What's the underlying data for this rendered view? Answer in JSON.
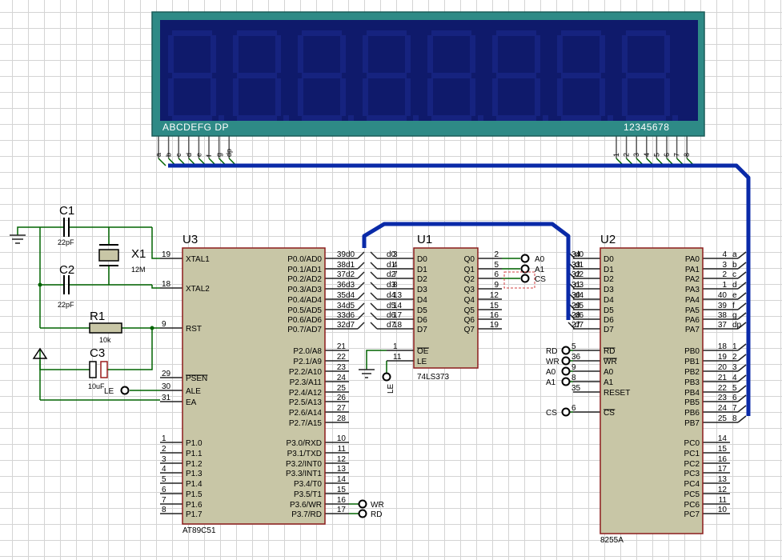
{
  "display": {
    "seg_left_label": "ABCDEFG DP",
    "seg_right_label": "12345678",
    "seg_pins": [
      "a",
      "b",
      "c",
      "d",
      "e",
      "f",
      "g",
      "dp"
    ],
    "dig_pins": [
      "1",
      "2",
      "3",
      "4",
      "5",
      "6",
      "7",
      "8"
    ]
  },
  "u3": {
    "ref": "U3",
    "part": "AT89C51",
    "left": [
      {
        "n": "19",
        "l": "XTAL1"
      },
      {
        "n": "18",
        "l": "XTAL2"
      },
      {
        "n": "9",
        "l": "RST"
      },
      {
        "n": "29",
        "l": "PSEN"
      },
      {
        "n": "30",
        "l": "ALE"
      },
      {
        "n": "31",
        "l": "EA"
      },
      {
        "n": "1",
        "l": "P1.0"
      },
      {
        "n": "2",
        "l": "P1.1"
      },
      {
        "n": "3",
        "l": "P1.2"
      },
      {
        "n": "4",
        "l": "P1.3"
      },
      {
        "n": "5",
        "l": "P1.4"
      },
      {
        "n": "6",
        "l": "P1.5"
      },
      {
        "n": "7",
        "l": "P1.6"
      },
      {
        "n": "8",
        "l": "P1.7"
      }
    ],
    "right": [
      {
        "n": "39",
        "l": "P0.0/AD0",
        "net": "d0"
      },
      {
        "n": "38",
        "l": "P0.1/AD1",
        "net": "d1"
      },
      {
        "n": "37",
        "l": "P0.2/AD2",
        "net": "d2"
      },
      {
        "n": "36",
        "l": "P0.3/AD3",
        "net": "d3"
      },
      {
        "n": "35",
        "l": "P0.4/AD4",
        "net": "d4"
      },
      {
        "n": "34",
        "l": "P0.5/AD5",
        "net": "d5"
      },
      {
        "n": "33",
        "l": "P0.6/AD6",
        "net": "d6"
      },
      {
        "n": "32",
        "l": "P0.7/AD7",
        "net": "d7"
      },
      {
        "n": "21",
        "l": "P2.0/A8"
      },
      {
        "n": "22",
        "l": "P2.1/A9"
      },
      {
        "n": "23",
        "l": "P2.2/A10"
      },
      {
        "n": "24",
        "l": "P2.3/A11"
      },
      {
        "n": "25",
        "l": "P2.4/A12"
      },
      {
        "n": "26",
        "l": "P2.5/A13"
      },
      {
        "n": "27",
        "l": "P2.6/A14"
      },
      {
        "n": "28",
        "l": "P2.7/A15"
      },
      {
        "n": "10",
        "l": "P3.0/RXD"
      },
      {
        "n": "11",
        "l": "P3.1/TXD"
      },
      {
        "n": "12",
        "l": "P3.2/INT0"
      },
      {
        "n": "13",
        "l": "P3.3/INT1"
      },
      {
        "n": "14",
        "l": "P3.4/T0"
      },
      {
        "n": "15",
        "l": "P3.5/T1"
      },
      {
        "n": "16",
        "l": "P3.6/WR"
      },
      {
        "n": "17",
        "l": "P3.7/RD"
      }
    ]
  },
  "u1": {
    "ref": "U1",
    "part": "74LS373",
    "left": [
      {
        "n": "3",
        "l": "D0",
        "net": "d0"
      },
      {
        "n": "4",
        "l": "D1",
        "net": "d1"
      },
      {
        "n": "7",
        "l": "D2",
        "net": "d2"
      },
      {
        "n": "8",
        "l": "D3",
        "net": "d3"
      },
      {
        "n": "13",
        "l": "D4",
        "net": "d4"
      },
      {
        "n": "14",
        "l": "D5",
        "net": "d5"
      },
      {
        "n": "17",
        "l": "D6",
        "net": "d6"
      },
      {
        "n": "18",
        "l": "D7",
        "net": "d7"
      },
      {
        "n": "1",
        "l": "OE"
      },
      {
        "n": "11",
        "l": "LE"
      }
    ],
    "right": [
      {
        "n": "2",
        "l": "Q0"
      },
      {
        "n": "5",
        "l": "Q1"
      },
      {
        "n": "6",
        "l": "Q2"
      },
      {
        "n": "9",
        "l": "Q3"
      },
      {
        "n": "12",
        "l": "Q4"
      },
      {
        "n": "15",
        "l": "Q5"
      },
      {
        "n": "16",
        "l": "Q6"
      },
      {
        "n": "19",
        "l": "Q7"
      }
    ]
  },
  "u2": {
    "ref": "U2",
    "part": "8255A",
    "left": [
      {
        "n": "34",
        "l": "D0",
        "net": "d0"
      },
      {
        "n": "33",
        "l": "D1",
        "net": "d1"
      },
      {
        "n": "32",
        "l": "D2",
        "net": "d2"
      },
      {
        "n": "31",
        "l": "D3",
        "net": "d3"
      },
      {
        "n": "30",
        "l": "D4",
        "net": "d4"
      },
      {
        "n": "29",
        "l": "D5",
        "net": "d5"
      },
      {
        "n": "28",
        "l": "D6",
        "net": "d6"
      },
      {
        "n": "27",
        "l": "D7",
        "net": "d7"
      },
      {
        "n": "5",
        "l": "RD"
      },
      {
        "n": "36",
        "l": "WR"
      },
      {
        "n": "9",
        "l": "A0"
      },
      {
        "n": "8",
        "l": "A1"
      },
      {
        "n": "35",
        "l": "RESET"
      },
      {
        "n": "6",
        "l": "CS"
      }
    ],
    "right": [
      {
        "n": "4",
        "l": "PA0",
        "net": "a"
      },
      {
        "n": "3",
        "l": "PA1",
        "net": "b"
      },
      {
        "n": "2",
        "l": "PA2",
        "net": "c"
      },
      {
        "n": "1",
        "l": "PA3",
        "net": "d"
      },
      {
        "n": "40",
        "l": "PA4",
        "net": "e"
      },
      {
        "n": "39",
        "l": "PA5",
        "net": "f"
      },
      {
        "n": "38",
        "l": "PA6",
        "net": "g"
      },
      {
        "n": "37",
        "l": "PA7",
        "net": "dp"
      },
      {
        "n": "18",
        "l": "PB0",
        "net": "1"
      },
      {
        "n": "19",
        "l": "PB1",
        "net": "2"
      },
      {
        "n": "20",
        "l": "PB2",
        "net": "3"
      },
      {
        "n": "21",
        "l": "PB3",
        "net": "4"
      },
      {
        "n": "22",
        "l": "PB4",
        "net": "5"
      },
      {
        "n": "23",
        "l": "PB5",
        "net": "6"
      },
      {
        "n": "24",
        "l": "PB6",
        "net": "7"
      },
      {
        "n": "25",
        "l": "PB7",
        "net": "8"
      },
      {
        "n": "14",
        "l": "PC0"
      },
      {
        "n": "15",
        "l": "PC1"
      },
      {
        "n": "16",
        "l": "PC2"
      },
      {
        "n": "17",
        "l": "PC3"
      },
      {
        "n": "13",
        "l": "PC4"
      },
      {
        "n": "12",
        "l": "PC5"
      },
      {
        "n": "11",
        "l": "PC6"
      },
      {
        "n": "10",
        "l": "PC7"
      }
    ]
  },
  "components": {
    "c1": {
      "ref": "C1",
      "value": "22pF"
    },
    "c2": {
      "ref": "C2",
      "value": "22pF"
    },
    "x1": {
      "ref": "X1",
      "value": "12M"
    },
    "r1": {
      "ref": "R1",
      "value": "10k"
    },
    "c3": {
      "ref": "C3",
      "value": "10uF"
    }
  },
  "terminals": {
    "le": "LE",
    "wr": "WR",
    "rd": "RD",
    "a0": "A0",
    "a1": "A1",
    "cs": "CS"
  },
  "colors": {
    "chip_fill": "#c8c6a6",
    "chip_stroke": "#8c1c1c",
    "wire": "#006400",
    "bus": "#0a2aa8",
    "display_bezel": "#2e8a86",
    "display_face": "#0f1a6b"
  }
}
